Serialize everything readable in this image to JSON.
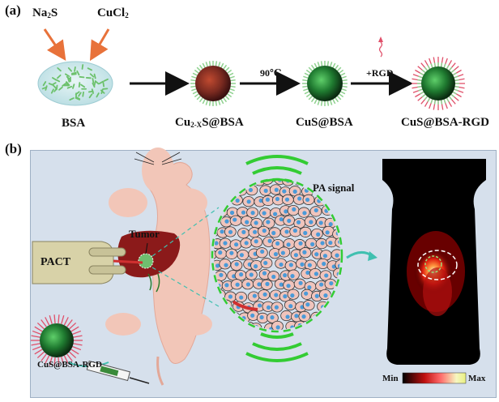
{
  "panel_a": {
    "label": "(a)",
    "reagent_1": {
      "main": "Na",
      "sub": "2",
      "rest": "S"
    },
    "reagent_2": {
      "main": "CuCl",
      "sub": "2"
    },
    "stage_labels": {
      "bsa": "BSA",
      "cu2xs": {
        "pre": "Cu",
        "sub": "2-X",
        "post": "S@BSA"
      },
      "cus_bsa": "CuS@BSA",
      "cus_bsa_rgd": "CuS@BSA-RGD"
    },
    "step_labels": {
      "heat": "90",
      "heat_unit": "℃",
      "rgd": "+RGD"
    }
  },
  "panel_b": {
    "label": "(b)",
    "tumor": "Tumor",
    "pact": "PACT",
    "pa_signal": "PA signal",
    "probe": "CuS@BSA-RGD",
    "scale_min": "Min",
    "scale_max": "Max"
  },
  "colors": {
    "panel_bg": "#d6e0ec",
    "arrow_orange": "#e8723a",
    "pa_green": "#33cc33",
    "nanoparticle_core": "#2b7a3a",
    "mouse_skin": "#f2c6b8"
  }
}
